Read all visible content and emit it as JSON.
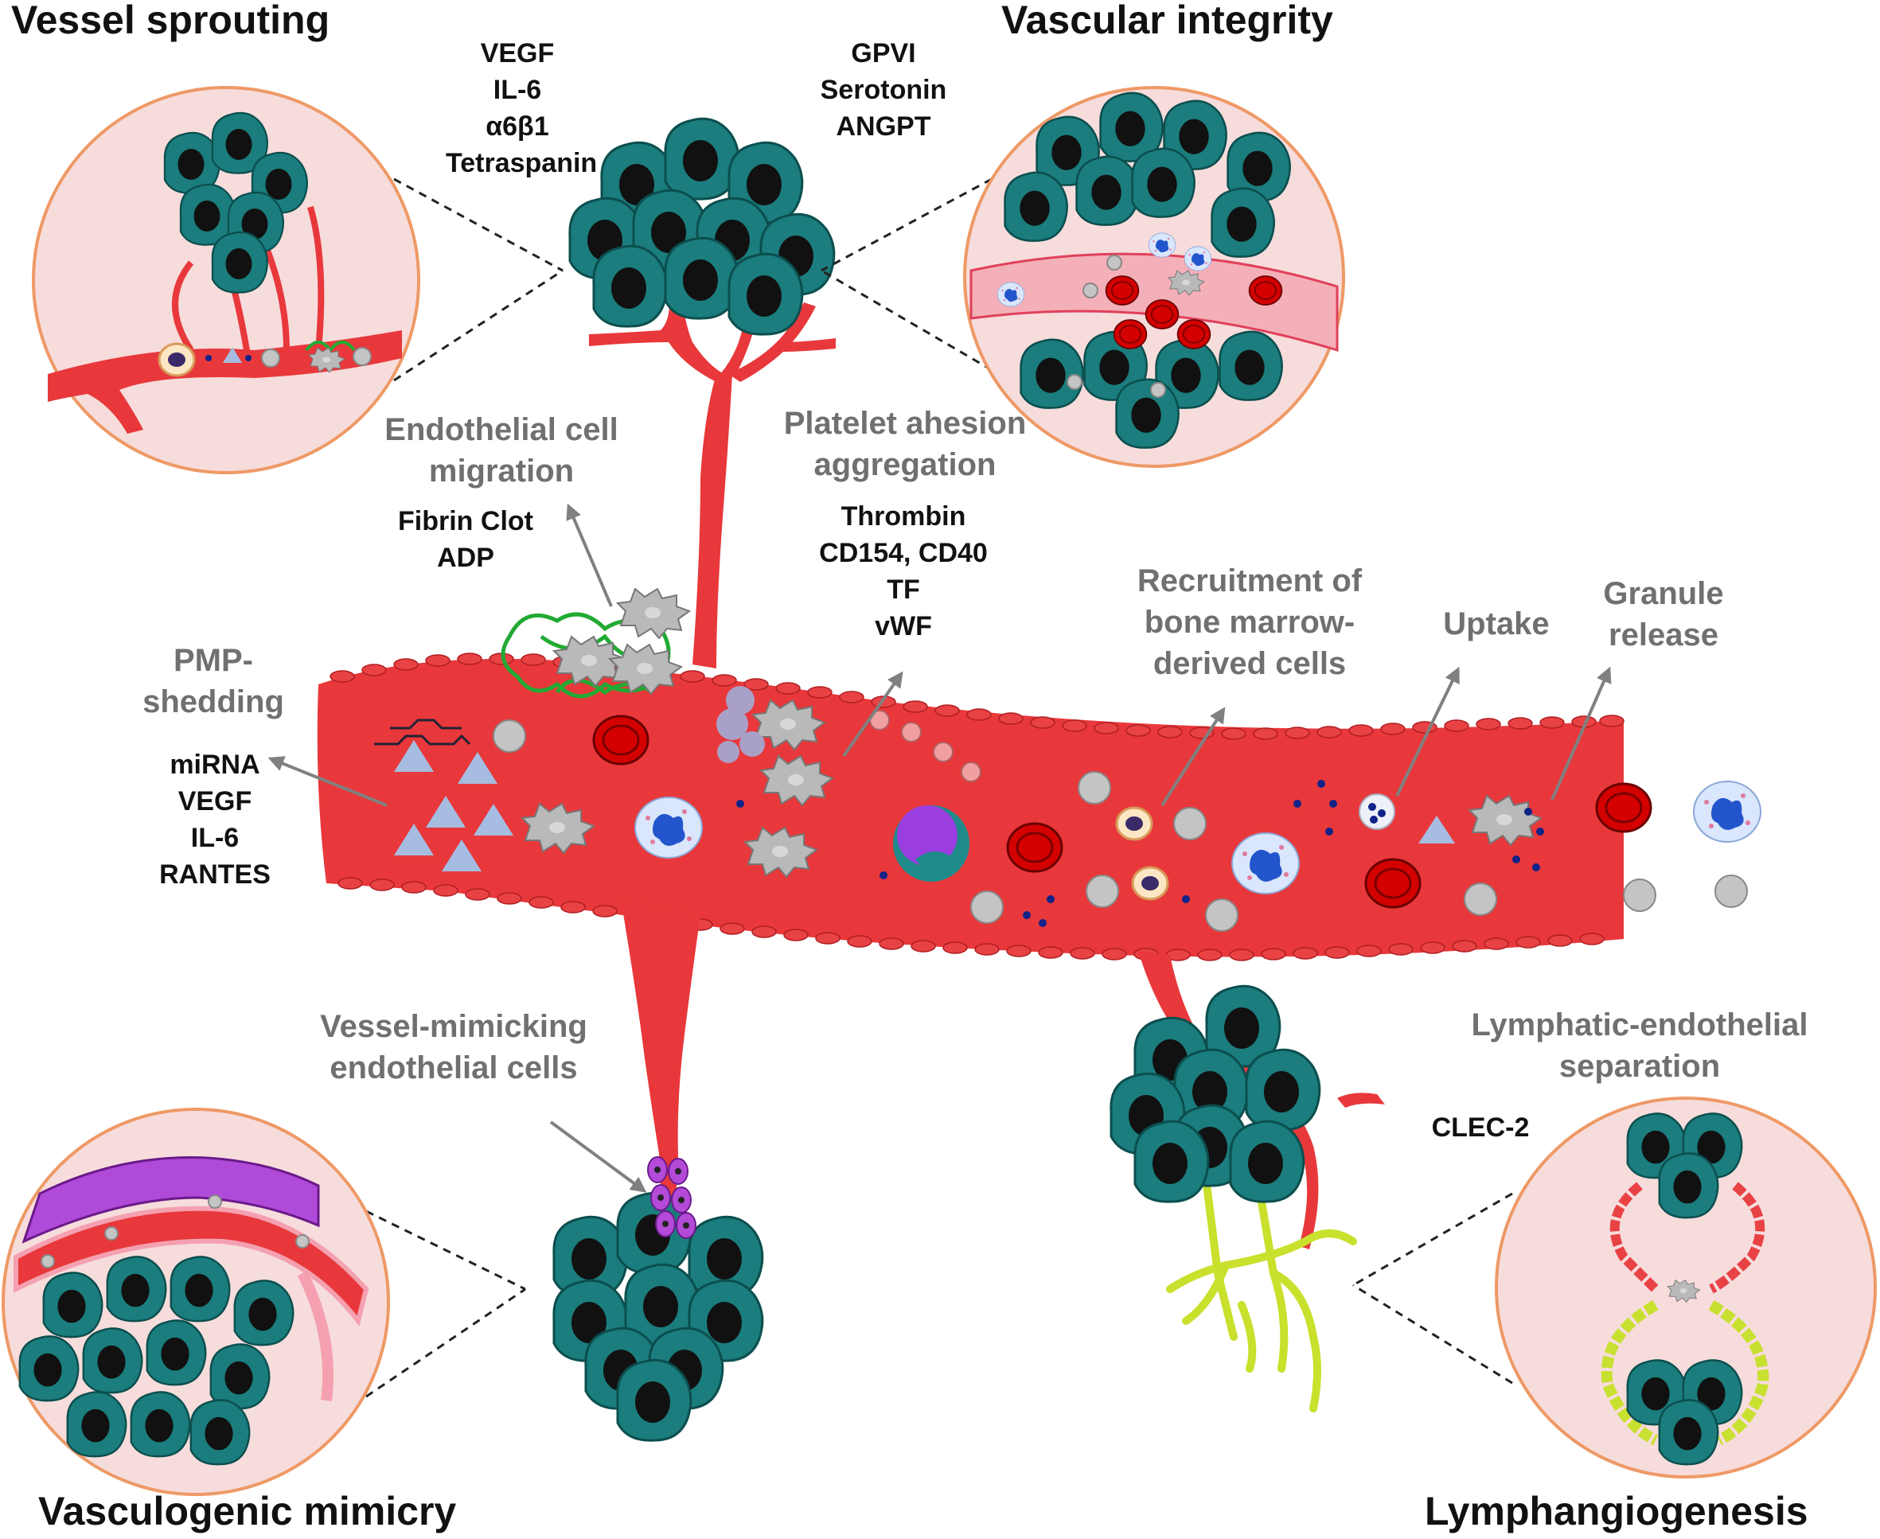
{
  "titles": {
    "vessel_sprouting": "Vessel sprouting",
    "vascular_integrity": "Vascular integrity",
    "vasculogenic_mimicry": "Vasculogenic mimicry",
    "lymphangiogenesis": "Lymphangiogenesis"
  },
  "processes": {
    "endothelial_migration": [
      "Endothelial cell",
      "migration"
    ],
    "platelet_adhesion": [
      "Platelet ahesion",
      "aggregation"
    ],
    "recruitment": [
      "Recruitment of",
      "bone marrow-",
      "derived cells"
    ],
    "uptake": [
      "Uptake"
    ],
    "granule_release": [
      "Granule",
      "release"
    ],
    "pmp_shedding": [
      "PMP-",
      "shedding"
    ],
    "vessel_mimicking": [
      "Vessel-mimicking",
      "endothelial cells"
    ],
    "lymphatic_separation": [
      "Lymphatic-endothelial",
      "separation"
    ]
  },
  "molecules": {
    "sprouting_factors": [
      "VEGF",
      "IL-6",
      "α6β1",
      "Tetraspanin"
    ],
    "integrity_factors": [
      "GPVI",
      "Serotonin",
      "ANGPT"
    ],
    "migration_factors": [
      "Fibrin Clot",
      "ADP"
    ],
    "aggregation_factors": [
      "Thrombin",
      "CD154, CD40",
      "TF",
      "vWF"
    ],
    "pmp_cargo": [
      "miRNA",
      "VEGF",
      "IL-6",
      "RANTES"
    ],
    "lymph_factor": [
      "CLEC-2"
    ]
  },
  "colors": {
    "vessel_red": "#e8383b",
    "tumor_teal": "#1a7c7c",
    "nucleus": "#111111",
    "inset_bg": "#f7dcdc",
    "inset_border": "#ee9966",
    "platelet_grey": "#b8b8b8",
    "rbc_red": "#dd0000",
    "lymph_green": "#c8e030",
    "mimic_purple": "#b04ad8",
    "arrow_grey": "#808080"
  }
}
